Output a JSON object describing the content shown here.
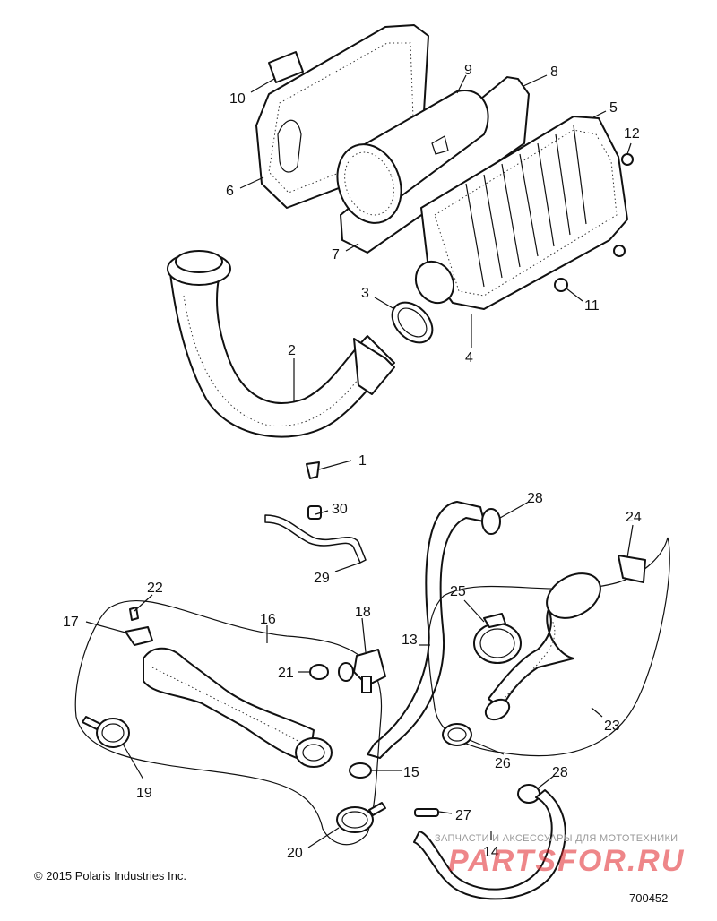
{
  "diagram": {
    "callouts": [
      {
        "id": "1",
        "label": "1"
      },
      {
        "id": "2",
        "label": "2"
      },
      {
        "id": "3",
        "label": "3"
      },
      {
        "id": "4",
        "label": "4"
      },
      {
        "id": "5",
        "label": "5"
      },
      {
        "id": "6",
        "label": "6"
      },
      {
        "id": "7",
        "label": "7"
      },
      {
        "id": "8",
        "label": "8"
      },
      {
        "id": "9",
        "label": "9"
      },
      {
        "id": "10",
        "label": "10"
      },
      {
        "id": "11",
        "label": "11"
      },
      {
        "id": "12",
        "label": "12"
      },
      {
        "id": "13",
        "label": "13"
      },
      {
        "id": "14",
        "label": "14"
      },
      {
        "id": "15",
        "label": "15"
      },
      {
        "id": "16",
        "label": "16"
      },
      {
        "id": "17",
        "label": "17"
      },
      {
        "id": "18",
        "label": "18"
      },
      {
        "id": "19",
        "label": "19"
      },
      {
        "id": "20",
        "label": "20"
      },
      {
        "id": "21",
        "label": "21"
      },
      {
        "id": "22",
        "label": "22"
      },
      {
        "id": "23",
        "label": "23"
      },
      {
        "id": "24",
        "label": "24"
      },
      {
        "id": "25",
        "label": "25"
      },
      {
        "id": "26",
        "label": "26"
      },
      {
        "id": "27",
        "label": "27"
      },
      {
        "id": "28a",
        "label": "28"
      },
      {
        "id": "28b",
        "label": "28"
      },
      {
        "id": "29",
        "label": "29"
      },
      {
        "id": "30",
        "label": "30"
      }
    ]
  },
  "footer": {
    "copyright": "© 2015 Polaris Industries Inc.",
    "diagram_id": "700452"
  },
  "watermark": {
    "text": "ЗАПЧАСТИ И АКСЕССУАРЫ ДЛЯ МОТОТЕХНИКИ",
    "logo": "PARTSFOR.RU"
  }
}
